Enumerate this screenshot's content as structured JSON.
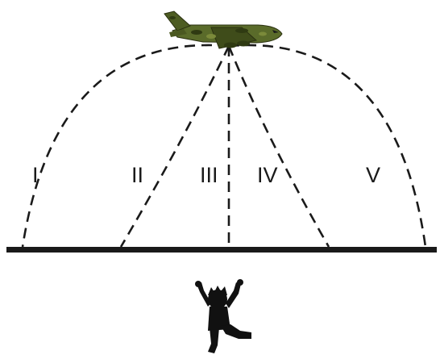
{
  "diagram": {
    "paths": [
      {
        "id": "I",
        "label": "I"
      },
      {
        "id": "II",
        "label": "II"
      },
      {
        "id": "III",
        "label": "III"
      },
      {
        "id": "IV",
        "label": "IV"
      },
      {
        "id": "V",
        "label": "V"
      }
    ],
    "icons": {
      "airplane": "airplane-icon",
      "person": "person-icon"
    },
    "colors": {
      "airplane_body": "#5a6b2a",
      "airplane_camo": "#2f3a12",
      "ink": "#1a1a1a"
    }
  }
}
